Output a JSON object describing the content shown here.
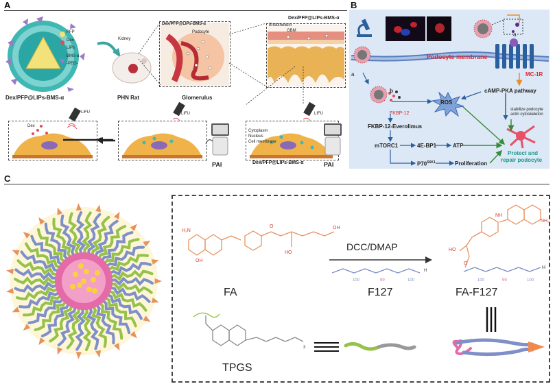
{
  "panelA": {
    "letter": "A",
    "legend": {
      "pfp": "PFP",
      "dex": "Dex",
      "lips": "LIPs",
      "bms": "BMS-α",
      "peg": "-PEG-"
    },
    "nanoparticle_name": "Dex/PFP@LIPs-BMS-α",
    "kidney": "Kidney",
    "phn_rat": "PHN Rat",
    "inset_title": "Dex/PFP@LIPs-BMS-α",
    "podocyte": "Podocyte",
    "glomerulus": "Glomerulus",
    "endothelium": "Endothelium",
    "gbm": "GBM",
    "top_right_label": "Dex/PFP@LIPs-BMS-α",
    "lifu_1": "LIFU",
    "lifu_2": "LIFU",
    "lifu_3": "LIFU",
    "dex_cell": "Dex",
    "pai_1": "PAI",
    "pai_2": "PAI",
    "cytoplasm": "Cytoplasm",
    "nucleus": "Nucleus",
    "cell_membrane": "Cell membrane",
    "bottom_right_label": "Dex/PFP@LIPs-BMS-α"
  },
  "panelB": {
    "letter": "B",
    "podocyte_membrane": "Podocyte membrane",
    "a_left": "a",
    "a_right": "a",
    "b": "b",
    "fkbp12": "FKBP-12",
    "ros": "ROS",
    "mc1r": "MC-1R",
    "camp": "cAMP-PKA pathway",
    "stabilize_1": "stabilize podocyte",
    "stabilize_2": "actin cytoskeleton",
    "fkbp_ever": "FKBP-12-Everolimus",
    "mtorc1": "mTORC1",
    "e4bp1": "4E-BP1",
    "atp": "ATP",
    "p70": "P70",
    "p70_sup": "S6K1",
    "proliferation": "Proliferation",
    "protect_1": "Protect and",
    "protect_2": "repair podocyte",
    "colors": {
      "red": "#e0252b",
      "teal": "#1a9a8c",
      "blue": "#2b5f9e"
    }
  },
  "panelC": {
    "letter": "C",
    "reagents": "DCC/DMAP",
    "fa": "FA",
    "f127": "F127",
    "fa_f127": "FA-F127",
    "tpgs": "TPGS",
    "n100a": "100",
    "n99": "99",
    "n100b": "100",
    "m100a": "100",
    "m99": "99",
    "m100b": "100",
    "h_a": "H",
    "h_b": "H",
    "ho": "HO",
    "subscript_n": "3",
    "colors": {
      "orange": "#e8915c",
      "blue": "#7f8fc8",
      "pink": "#e46aa8",
      "green": "#96c14a",
      "gray": "#888888"
    }
  }
}
